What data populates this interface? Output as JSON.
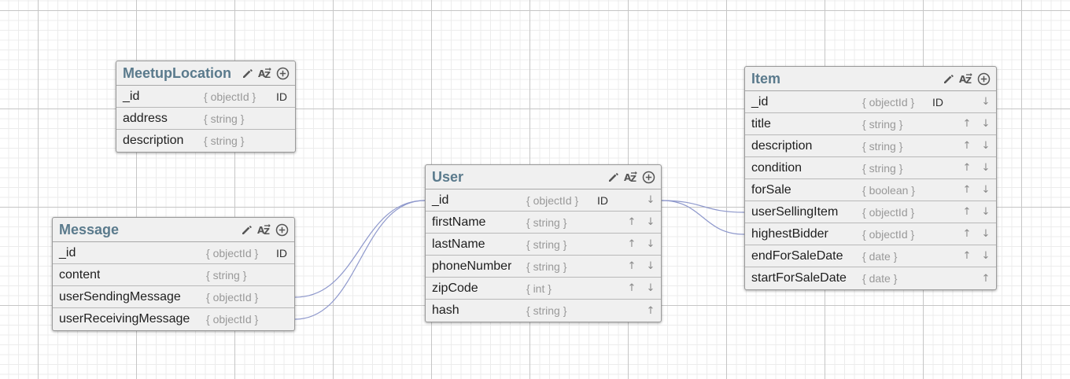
{
  "colors": {
    "table_title": "#5a7a8c",
    "link": "#8e98cc",
    "grid_major": "#c6c6c6",
    "grid_minor": "#ececec",
    "field_type": "#999999"
  },
  "tables": [
    {
      "key": "meetuplocation",
      "name": "MeetupLocation",
      "icons": [
        "pencil-icon",
        "sort-az-icon",
        "add-circle-icon"
      ],
      "fields": [
        {
          "name": "_id",
          "type": "{ objectId }",
          "id": "ID",
          "up": "",
          "down": ""
        },
        {
          "name": "address",
          "type": "{ string }",
          "id": "",
          "up": "",
          "down": ""
        },
        {
          "name": "description",
          "type": "{ string }",
          "id": "",
          "up": "",
          "down": ""
        }
      ]
    },
    {
      "key": "message",
      "name": "Message",
      "icons": [
        "pencil-icon",
        "sort-az-icon",
        "add-circle-icon"
      ],
      "fields": [
        {
          "name": "_id",
          "type": "{ objectId }",
          "id": "ID",
          "up": "",
          "down": ""
        },
        {
          "name": "content",
          "type": "{ string }",
          "id": "",
          "up": "",
          "down": ""
        },
        {
          "name": "userSendingMessage",
          "type": "{ objectId }",
          "id": "",
          "up": "",
          "down": ""
        },
        {
          "name": "userReceivingMessage",
          "type": "{ objectId }",
          "id": "",
          "up": "",
          "down": ""
        }
      ]
    },
    {
      "key": "user",
      "name": "User",
      "icons": [
        "pencil-icon",
        "sort-az-icon",
        "add-circle-icon"
      ],
      "fields": [
        {
          "name": "_id",
          "type": "{ objectId }",
          "id": "ID",
          "up": "",
          "down": "↓"
        },
        {
          "name": "firstName",
          "type": "{ string }",
          "id": "",
          "up": "↑",
          "down": "↓"
        },
        {
          "name": "lastName",
          "type": "{ string }",
          "id": "",
          "up": "↑",
          "down": "↓"
        },
        {
          "name": "phoneNumber",
          "type": "{ string }",
          "id": "",
          "up": "↑",
          "down": "↓"
        },
        {
          "name": "zipCode",
          "type": "{ int }",
          "id": "",
          "up": "↑",
          "down": "↓"
        },
        {
          "name": "hash",
          "type": "{ string }",
          "id": "",
          "up": "",
          "down": "↑"
        }
      ]
    },
    {
      "key": "item",
      "name": "Item",
      "icons": [
        "pencil-icon",
        "sort-az-icon",
        "add-circle-icon"
      ],
      "fields": [
        {
          "name": "_id",
          "type": "{ objectId }",
          "id": "ID",
          "up": "",
          "down": "↓"
        },
        {
          "name": "title",
          "type": "{ string }",
          "id": "",
          "up": "↑",
          "down": "↓"
        },
        {
          "name": "description",
          "type": "{ string }",
          "id": "",
          "up": "↑",
          "down": "↓"
        },
        {
          "name": "condition",
          "type": "{ string }",
          "id": "",
          "up": "↑",
          "down": "↓"
        },
        {
          "name": "forSale",
          "type": "{ boolean }",
          "id": "",
          "up": "↑",
          "down": "↓"
        },
        {
          "name": "userSellingItem",
          "type": "{ objectId }",
          "id": "",
          "up": "↑",
          "down": "↓"
        },
        {
          "name": "highestBidder",
          "type": "{ objectId }",
          "id": "",
          "up": "↑",
          "down": "↓"
        },
        {
          "name": "endForSaleDate",
          "type": "{ date }",
          "id": "",
          "up": "↑",
          "down": "↓"
        },
        {
          "name": "startForSaleDate",
          "type": "{ date }",
          "id": "",
          "up": "",
          "down": "↑"
        }
      ]
    }
  ],
  "relationships": [
    {
      "from": "message.userSendingMessage",
      "to": "user._id"
    },
    {
      "from": "message.userReceivingMessage",
      "to": "user._id"
    },
    {
      "from": "user._id",
      "to": "item.userSellingItem"
    },
    {
      "from": "user._id",
      "to": "item.highestBidder"
    }
  ]
}
